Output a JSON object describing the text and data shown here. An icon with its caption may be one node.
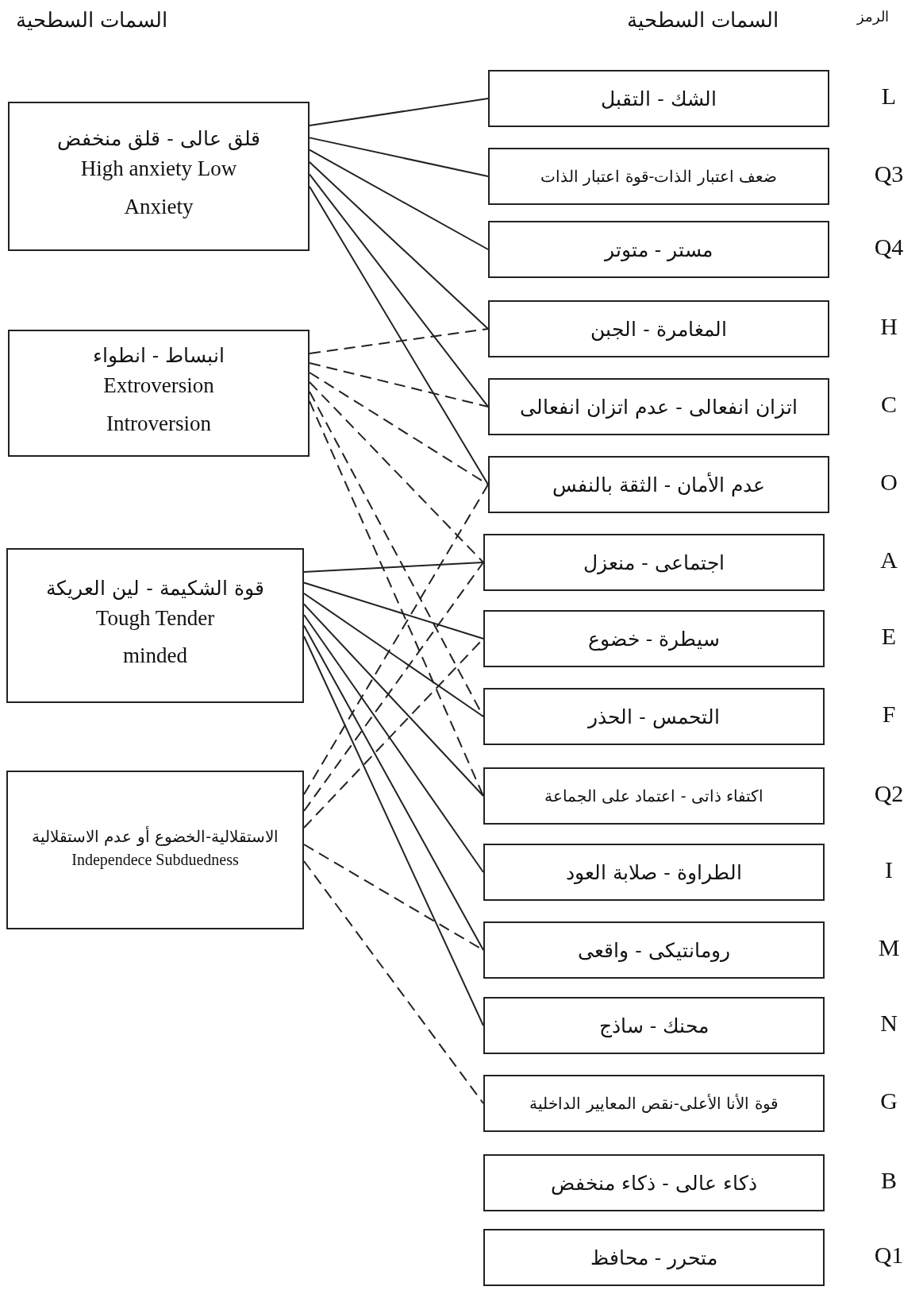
{
  "diagram": {
    "nodes": [
      {
        "text": [
          "قلق عالى - قلق منخفض",
          "High anxiety Low Anxiety"
        ]
      },
      {
        "text": [
          "انبساط - انطواء",
          "Extroversion Introversion"
        ]
      },
      {
        "text": [
          "قوة الشكيمة - لين العريكة",
          "Tough Tender minded"
        ]
      },
      {
        "text": [
          "الاستقلالية-الخضوع أو عدم الاستقلالية",
          "Independece Subduedness"
        ]
      },
      {
        "text": [
          "الشك - التقبل"
        ],
        "beside": [
          "L"
        ]
      },
      {
        "text": [
          "ضعف اعتبار الذات-قوة اعتبار الذات"
        ],
        "beside": [
          "Q3"
        ]
      },
      {
        "text": [
          "مستر - متوتر"
        ],
        "beside": [
          "Q4"
        ]
      },
      {
        "text": [
          "المغامرة - الجبن"
        ],
        "beside": [
          "H"
        ]
      },
      {
        "text": [
          "اتزان انفعالى - عدم اتزان انفعالى"
        ],
        "beside": [
          "C"
        ]
      },
      {
        "text": [
          "عدم الأمان - الثقة بالنفس"
        ],
        "beside": [
          "O"
        ]
      },
      {
        "text": [
          "اجتماعى - منعزل"
        ],
        "beside": [
          "A"
        ]
      },
      {
        "text": [
          "سيطرة - خضوع"
        ],
        "beside": [
          "E"
        ]
      },
      {
        "text": [
          "التحمس - الحذر"
        ],
        "beside": [
          "F"
        ]
      },
      {
        "text": [
          "اكتفاء ذاتى - اعتماد على الجماعة"
        ],
        "beside": [
          "Q2"
        ]
      },
      {
        "text": [
          "الطراوة - صلابة العود"
        ],
        "beside": [
          "I"
        ]
      },
      {
        "text": [
          "رومانتيكى - واقعى"
        ],
        "beside": [
          "M"
        ]
      },
      {
        "text": [
          "محنك - ساذج"
        ],
        "beside": [
          "N"
        ]
      },
      {
        "text": [
          "قوة الأنا الأعلى-نقص المعايير الداخلية"
        ],
        "beside": [
          "G"
        ]
      },
      {
        "text": [
          "ذكاء عالى - ذكاء منخفض"
        ],
        "beside": [
          "B"
        ]
      },
      {
        "text": [
          "متحرر - محافظ"
        ],
        "beside": [
          "Q1"
        ]
      }
    ],
    "edges": [
      {
        "from": 0,
        "to": 4,
        "arrow": "none"
      },
      {
        "from": 0,
        "to": 5,
        "arrow": "none"
      },
      {
        "from": 0,
        "to": 6,
        "arrow": "none"
      },
      {
        "from": 0,
        "to": 7,
        "arrow": "none"
      },
      {
        "from": 0,
        "to": 8,
        "arrow": "none"
      },
      {
        "from": 0,
        "to": 9,
        "arrow": "none"
      },
      {
        "from": 1,
        "to": 7,
        "arrow": "none",
        "style": "dashed"
      },
      {
        "from": 1,
        "to": 8,
        "arrow": "none",
        "style": "dashed"
      },
      {
        "from": 1,
        "to": 9,
        "arrow": "none",
        "style": "dashed"
      },
      {
        "from": 1,
        "to": 10,
        "arrow": "none",
        "style": "dashed"
      },
      {
        "from": 1,
        "to": 12,
        "arrow": "none",
        "style": "dashed"
      },
      {
        "from": 1,
        "to": 13,
        "arrow": "none",
        "style": "dashed"
      },
      {
        "from": 2,
        "to": 10,
        "arrow": "none"
      },
      {
        "from": 2,
        "to": 11,
        "arrow": "none"
      },
      {
        "from": 2,
        "to": 12,
        "arrow": "none"
      },
      {
        "from": 2,
        "to": 13,
        "arrow": "none"
      },
      {
        "from": 2,
        "to": 14,
        "arrow": "none"
      },
      {
        "from": 2,
        "to": 15,
        "arrow": "none"
      },
      {
        "from": 2,
        "to": 16,
        "arrow": "none"
      },
      {
        "from": 3,
        "to": 9,
        "arrow": "none",
        "style": "dashed"
      },
      {
        "from": 3,
        "to": 10,
        "arrow": "none",
        "style": "dashed"
      },
      {
        "from": 3,
        "to": 11,
        "arrow": "none",
        "style": "dashed"
      },
      {
        "from": 3,
        "to": 15,
        "arrow": "none",
        "style": "dashed"
      },
      {
        "from": 3,
        "to": 17,
        "arrow": "none",
        "style": "dashed"
      }
    ],
    "labels": [
      "السمات السطحية",
      "الرمز",
      "السمات السطحية"
    ]
  }
}
